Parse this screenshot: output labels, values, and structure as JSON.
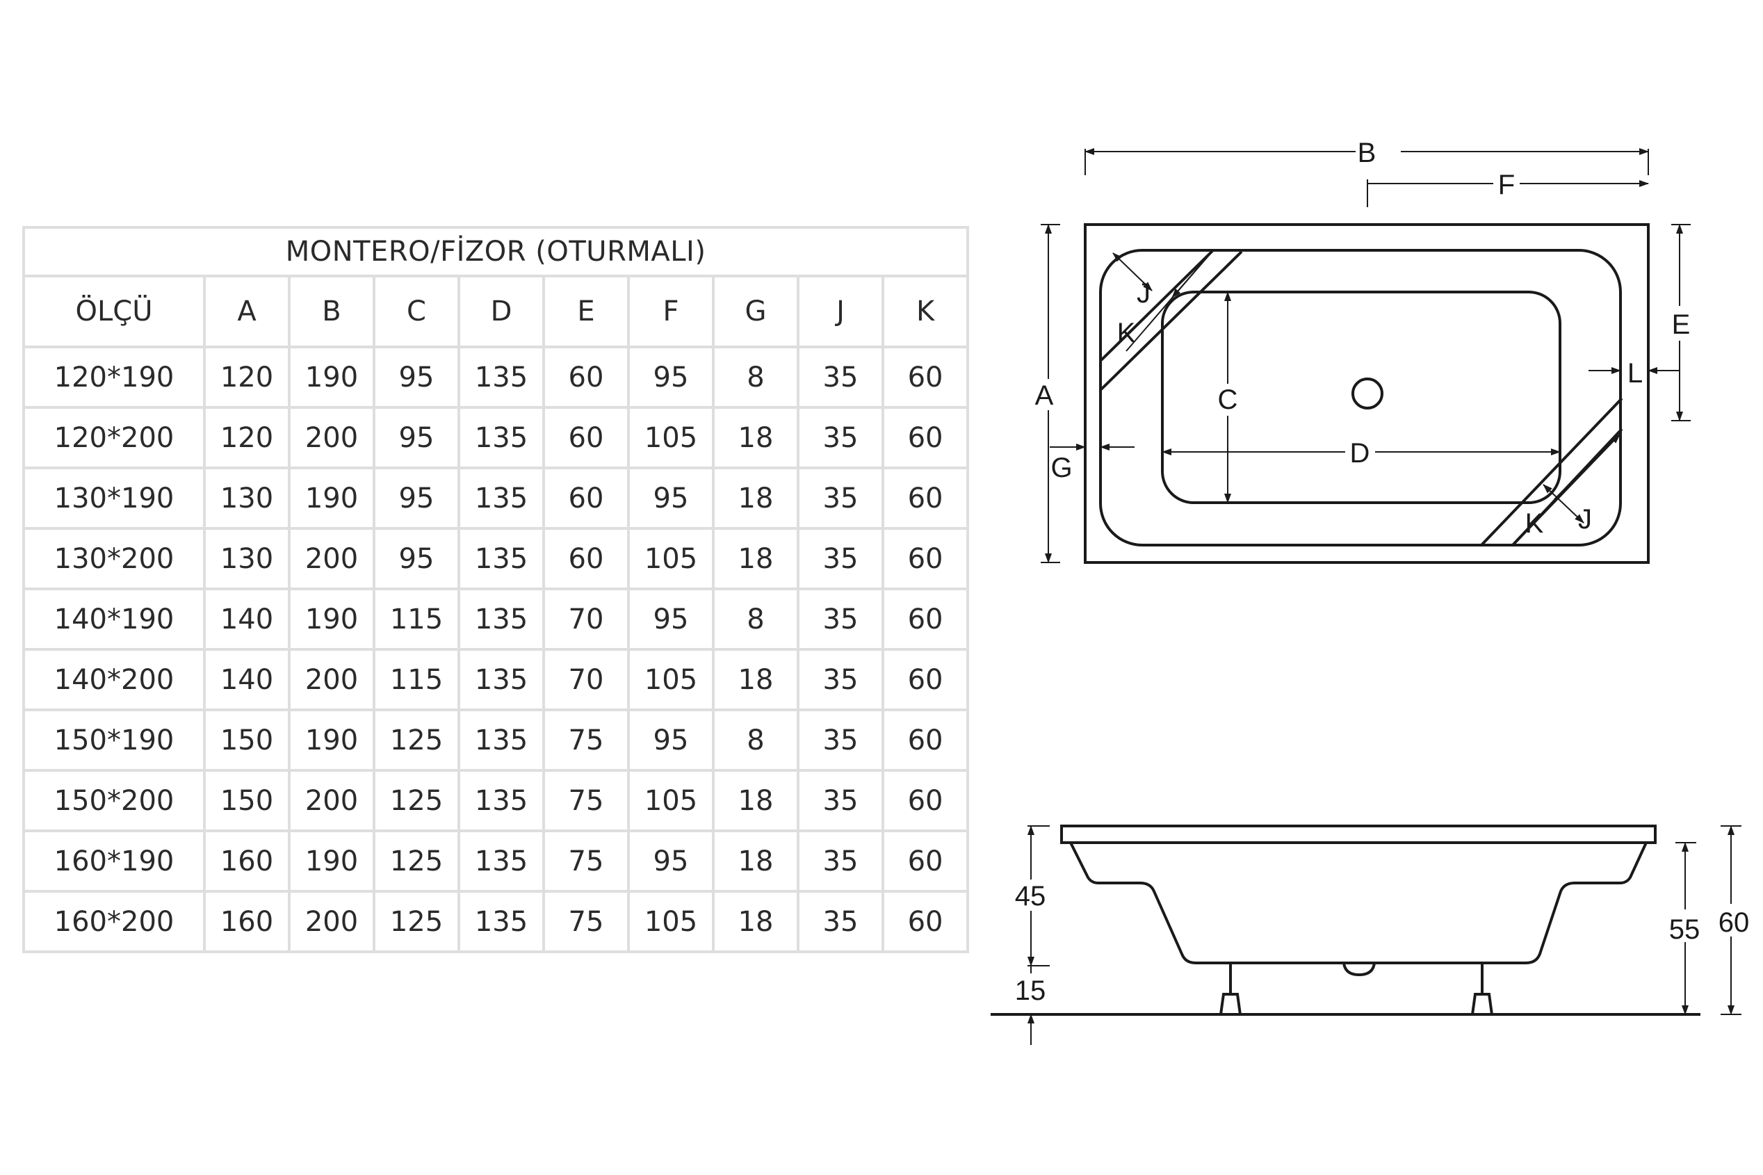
{
  "table": {
    "title": "MONTERO/FİZOR (OTURMALI)",
    "headers": [
      "ÖLÇÜ",
      "A",
      "B",
      "C",
      "D",
      "E",
      "F",
      "G",
      "J",
      "K"
    ],
    "rows": [
      [
        "120*190",
        "120",
        "190",
        "95",
        "135",
        "60",
        "95",
        "8",
        "35",
        "60"
      ],
      [
        "120*200",
        "120",
        "200",
        "95",
        "135",
        "60",
        "105",
        "18",
        "35",
        "60"
      ],
      [
        "130*190",
        "130",
        "190",
        "95",
        "135",
        "60",
        "95",
        "18",
        "35",
        "60"
      ],
      [
        "130*200",
        "130",
        "200",
        "95",
        "135",
        "60",
        "105",
        "18",
        "35",
        "60"
      ],
      [
        "140*190",
        "140",
        "190",
        "115",
        "135",
        "70",
        "95",
        "8",
        "35",
        "60"
      ],
      [
        "140*200",
        "140",
        "200",
        "115",
        "135",
        "70",
        "105",
        "18",
        "35",
        "60"
      ],
      [
        "150*190",
        "150",
        "190",
        "125",
        "135",
        "75",
        "95",
        "8",
        "35",
        "60"
      ],
      [
        "150*200",
        "150",
        "200",
        "125",
        "135",
        "75",
        "105",
        "18",
        "35",
        "60"
      ],
      [
        "160*190",
        "160",
        "190",
        "125",
        "135",
        "75",
        "95",
        "18",
        "35",
        "60"
      ],
      [
        "160*200",
        "160",
        "200",
        "125",
        "135",
        "75",
        "105",
        "18",
        "35",
        "60"
      ]
    ]
  },
  "plan_view": {
    "labels": {
      "B": "B",
      "F": "F",
      "A": "A",
      "E": "E",
      "L": "L",
      "C": "C",
      "D": "D",
      "G": "G",
      "J_top": "J",
      "K_top": "K",
      "J_bottom": "J",
      "K_bottom": "K"
    }
  },
  "side_view": {
    "labels": {
      "h45": "45",
      "h15": "15",
      "h55": "55",
      "h60": "60"
    }
  }
}
